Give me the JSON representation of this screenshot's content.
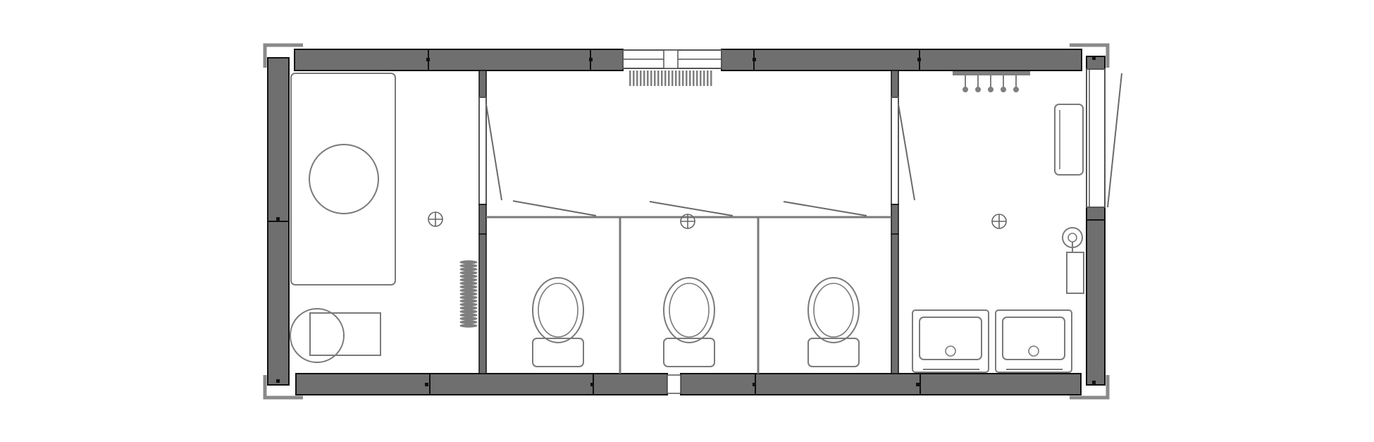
{
  "drawing": {
    "kind": "floor-plan",
    "view": "top-down",
    "units_shown": "none",
    "colors": {
      "wall_fill": "#6f6f6f",
      "wall_outline": "#111111",
      "fixture_line": "#7a7a7a",
      "background": "#ffffff"
    },
    "rooms": [
      {
        "name": "changing-room",
        "fixtures": [
          "bench-table",
          "round-table",
          "stool",
          "corner-seat",
          "floor-drain",
          "wall-radiator"
        ]
      },
      {
        "name": "corridor",
        "fixtures": [
          "ceiling-ventilation-grille",
          "floor-drain"
        ]
      },
      {
        "name": "toilet-stall",
        "count": 3,
        "fixtures": [
          "toilet"
        ]
      },
      {
        "name": "wash-room",
        "fixtures": [
          "shower-bar",
          "towel-rail",
          "wall-heater",
          "floor-drain",
          "double-sink"
        ]
      }
    ],
    "icons": [
      "floor-drain-icon",
      "toilet-icon",
      "sink-icon",
      "shower-head-icon",
      "radiator-icon",
      "door-swing-icon",
      "window-icon"
    ]
  }
}
